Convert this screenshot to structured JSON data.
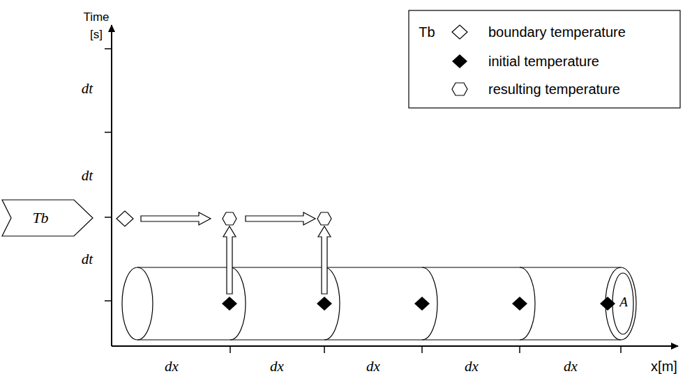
{
  "diagram": {
    "nodes": [
      {
        "text": [
          "Tb"
        ]
      }
    ],
    "labels": [
      "Time [s]",
      "dt",
      "dt",
      "dt",
      "dx",
      "dx",
      "dx",
      "dx",
      "dx",
      "x[m]",
      "A",
      "Tb"
    ],
    "legend": [
      {
        "text": "boundary temperature"
      },
      {
        "text": "initial temperature"
      },
      {
        "text": "resulting temperature"
      }
    ]
  }
}
